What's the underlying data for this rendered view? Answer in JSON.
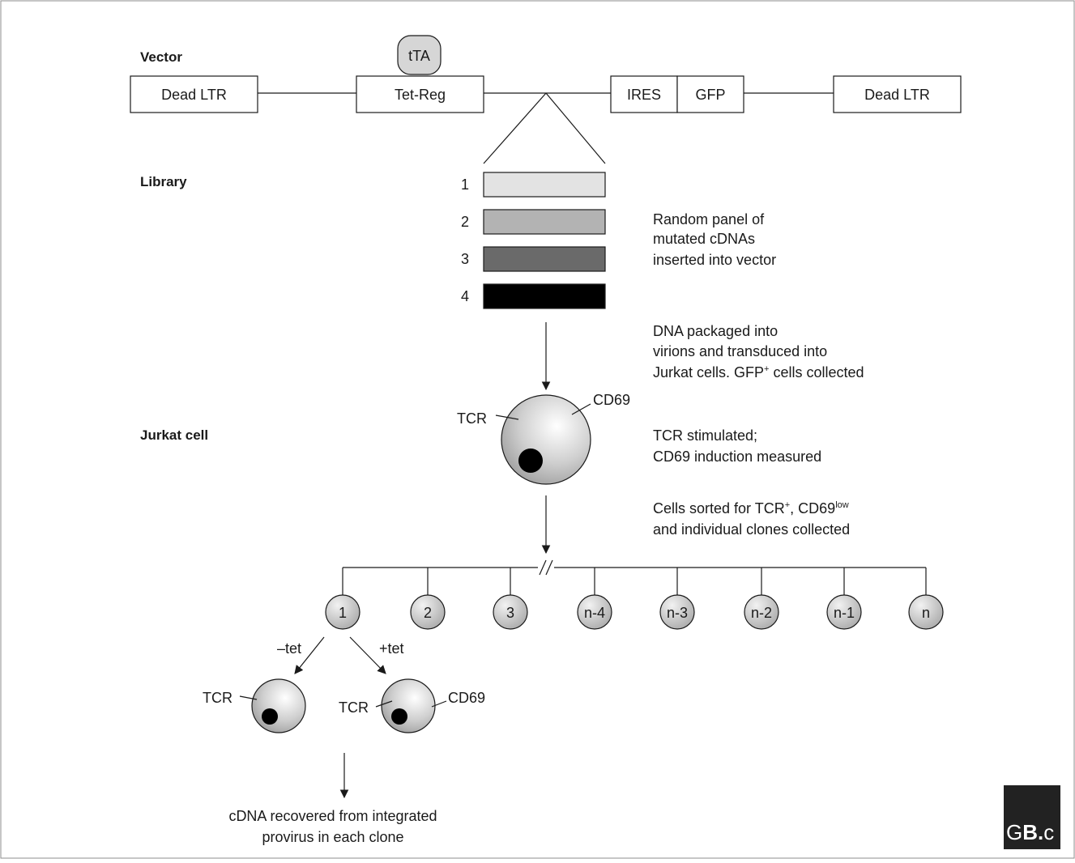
{
  "vector": {
    "label": "Vector",
    "tta": "tTA",
    "dead_ltr_left": "Dead LTR",
    "tet_reg": "Tet-Reg",
    "ires": "IRES",
    "gfp": "GFP",
    "dead_ltr_right": "Dead LTR"
  },
  "library": {
    "label": "Library",
    "items": [
      {
        "num": "1",
        "color": "#e3e3e3"
      },
      {
        "num": "2",
        "color": "#b3b3b3"
      },
      {
        "num": "3",
        "color": "#6a6a6a"
      },
      {
        "num": "4",
        "color": "#000000"
      }
    ],
    "desc": [
      "Random panel of",
      "mutated cDNAs",
      "inserted into vector"
    ]
  },
  "packaging": {
    "line1": "DNA packaged into",
    "line2": "virions and transduced into",
    "line3_pre": "Jurkat cells. GFP",
    "line3_sup": "+",
    "line3_post": " cells collected"
  },
  "jurkat": {
    "label": "Jurkat cell",
    "tcr": "TCR",
    "cd69": "CD69",
    "desc": [
      "TCR stimulated;",
      "CD69 induction measured"
    ]
  },
  "sort": {
    "line1_pre": "Cells sorted for TCR",
    "line1_sup1": "+",
    "line1_mid": ", CD69",
    "line1_sup2": "low",
    "line2": "and individual clones collected"
  },
  "clones": [
    "1",
    "2",
    "3",
    "n-4",
    "n-3",
    "n-2",
    "n-1",
    "n"
  ],
  "branch": {
    "minus_tet": "–tet",
    "plus_tet": "+tet",
    "tcr_left": "TCR",
    "tcr_right": "TCR",
    "cd69": "CD69"
  },
  "recovery": {
    "line1": "cDNA recovered from integrated",
    "line2": "provirus in each clone"
  },
  "logo": {
    "text_g": "G",
    "text_b": "B",
    "text_dot": ".",
    "text_c": "c"
  }
}
